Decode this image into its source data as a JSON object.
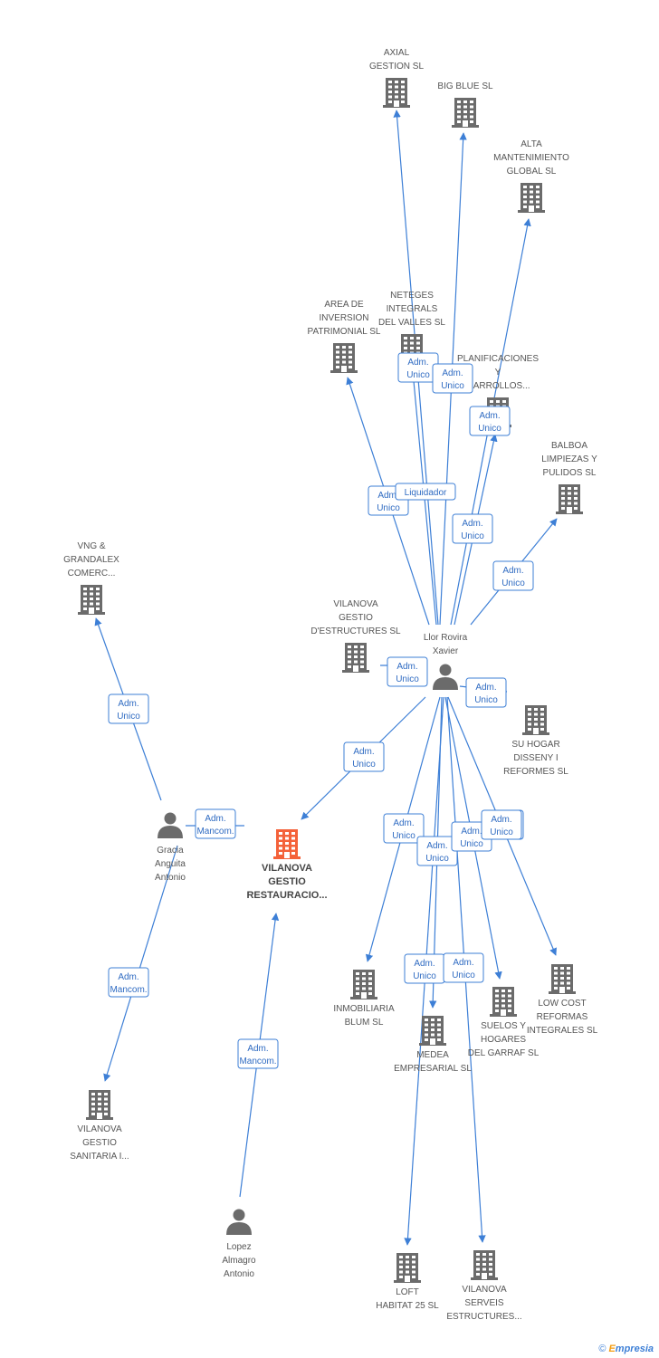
{
  "nodes": [
    {
      "id": "axial",
      "type": "company",
      "label": [
        "AXIAL",
        "GESTION SL"
      ]
    },
    {
      "id": "bigblue",
      "type": "company",
      "label": [
        "BIG BLUE SL"
      ]
    },
    {
      "id": "alta",
      "type": "company",
      "label": [
        "ALTA",
        "MANTENIMIENTO",
        "GLOBAL  SL"
      ]
    },
    {
      "id": "area",
      "type": "company",
      "label": [
        "AREA DE",
        "INVERSION",
        "PATRIMONIAL SL"
      ]
    },
    {
      "id": "neteges",
      "type": "company",
      "label": [
        "NETEGES",
        "INTEGRALS",
        "DEL VALLES SL"
      ]
    },
    {
      "id": "planif",
      "type": "company",
      "label": [
        "PLANIFICACIONES",
        "Y",
        "...ARROLLOS..."
      ]
    },
    {
      "id": "balboa",
      "type": "company",
      "label": [
        "BALBOA",
        "LIMPIEZAS Y",
        "PULIDOS SL"
      ]
    },
    {
      "id": "vng",
      "type": "company",
      "label": [
        "VNG &",
        "GRANDALEX",
        "COMERC..."
      ]
    },
    {
      "id": "vgestio_est",
      "type": "company",
      "label": [
        "VILANOVA",
        "GESTIO",
        "D'ESTRUCTURES SL"
      ]
    },
    {
      "id": "llor",
      "type": "person",
      "label": [
        "Llor Rovira",
        "Xavier"
      ]
    },
    {
      "id": "suhogar",
      "type": "company",
      "label": [
        "SU HOGAR",
        "DISSENY I",
        "REFORMES SL"
      ]
    },
    {
      "id": "gracia",
      "type": "person",
      "label": [
        "Gracia",
        "Anguita",
        "Antonio"
      ]
    },
    {
      "id": "main",
      "type": "company-main",
      "label": [
        "VILANOVA",
        "GESTIO",
        "RESTAURACIO..."
      ]
    },
    {
      "id": "inmob",
      "type": "company",
      "label": [
        "INMOBILIARIA",
        "BLUM SL"
      ]
    },
    {
      "id": "medea",
      "type": "company",
      "label": [
        "MEDEA",
        "EMPRESARIAL SL"
      ]
    },
    {
      "id": "suelos",
      "type": "company",
      "label": [
        "SUELOS Y",
        "HOGARES",
        "DEL GARRAF SL"
      ]
    },
    {
      "id": "lowcost",
      "type": "company",
      "label": [
        "LOW COST",
        "REFORMAS",
        "INTEGRALES SL"
      ]
    },
    {
      "id": "vsanitaria",
      "type": "company",
      "label": [
        "VILANOVA",
        "GESTIO",
        "SANITARIA I..."
      ]
    },
    {
      "id": "lopez",
      "type": "person",
      "label": [
        "Lopez",
        "Almagro",
        "Antonio"
      ]
    },
    {
      "id": "loft",
      "type": "company",
      "label": [
        "LOFT",
        "HABITAT 25 SL"
      ]
    },
    {
      "id": "vserveis",
      "type": "company",
      "label": [
        "VILANOVA",
        "SERVEIS",
        "ESTRUCTURES..."
      ]
    }
  ],
  "edges": [
    {
      "from": "llor",
      "to": "axial",
      "label": [
        "Adm.",
        "Unico"
      ]
    },
    {
      "from": "llor",
      "to": "bigblue",
      "label": [
        "Adm.",
        "Unico"
      ]
    },
    {
      "from": "llor",
      "to": "alta",
      "label": [
        "Adm.",
        "Unico"
      ]
    },
    {
      "from": "llor",
      "to": "area",
      "label": [
        "Adm.",
        "Unico"
      ]
    },
    {
      "from": "llor",
      "to": "neteges",
      "label": [
        "Liquidador"
      ]
    },
    {
      "from": "llor",
      "to": "planif",
      "label": [
        "Adm.",
        "Unico"
      ]
    },
    {
      "from": "llor",
      "to": "balboa",
      "label": [
        "Adm.",
        "Unico"
      ]
    },
    {
      "from": "llor",
      "to": "vgestio_est",
      "label": [
        "Adm.",
        "Unico"
      ]
    },
    {
      "from": "llor",
      "to": "suhogar",
      "label": [
        "Adm.",
        "Unico"
      ]
    },
    {
      "from": "llor",
      "to": "main",
      "label": [
        "Adm.",
        "Unico"
      ]
    },
    {
      "from": "llor",
      "to": "inmob",
      "label": [
        "Adm.",
        "Unico"
      ]
    },
    {
      "from": "llor",
      "to": "medea",
      "label": [
        "Adm.",
        "Unico"
      ]
    },
    {
      "from": "llor",
      "to": "suelos",
      "label": [
        "Adm.",
        "Unico"
      ]
    },
    {
      "from": "llor",
      "to": "lowcost",
      "label": [
        "Adm.",
        "Unico"
      ]
    },
    {
      "from": "llor",
      "to": "loft",
      "label": [
        "Adm.",
        "Unico"
      ]
    },
    {
      "from": "llor",
      "to": "vserveis",
      "label": [
        "Adm.",
        "Unico"
      ]
    },
    {
      "from": "gracia",
      "to": "vng",
      "label": [
        "Adm.",
        "Unico"
      ]
    },
    {
      "from": "gracia",
      "to": "main",
      "label": [
        "Adm.",
        "Mancom."
      ]
    },
    {
      "from": "gracia",
      "to": "vsanitaria",
      "label": [
        "Adm.",
        "Mancom."
      ]
    },
    {
      "from": "lopez",
      "to": "main",
      "label": [
        "Adm.",
        "Mancom."
      ]
    }
  ],
  "extra_badges": [
    {
      "label": [
        "Adm.",
        "Unico"
      ]
    }
  ],
  "footer": {
    "copyright": "©",
    "brand_first": "E",
    "brand_rest": "mpresia"
  },
  "colors": {
    "edge": "#3d7fd6",
    "node": "#6b6b6b",
    "main": "#f4623a"
  }
}
